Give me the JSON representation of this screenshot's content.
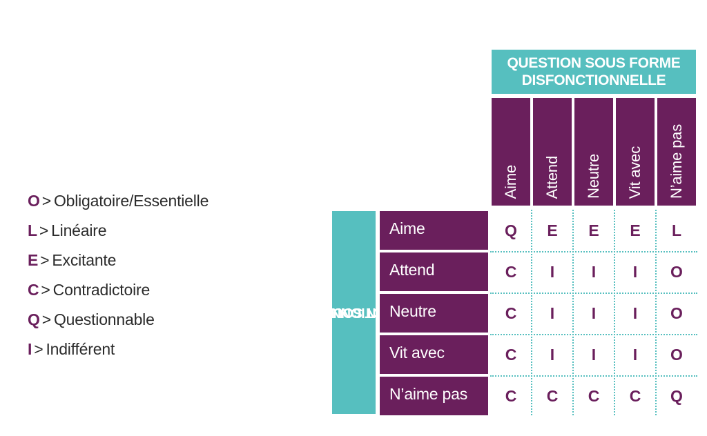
{
  "legend": [
    {
      "code": "O",
      "label": "Obligatoire/Essentielle"
    },
    {
      "code": "L",
      "label": "Linéaire"
    },
    {
      "code": "E",
      "label": "Excitante"
    },
    {
      "code": "C",
      "label": "Contradictoire"
    },
    {
      "code": "Q",
      "label": "Questionnable"
    },
    {
      "code": "I",
      "label": "Indifférent"
    }
  ],
  "legend_separator": ">",
  "matrix": {
    "dysfunctional_header": [
      "QUESTION SOUS FORME",
      "DISFONCTIONNELLE"
    ],
    "functional_header": [
      "QUESTION SOUS FORME",
      "FONCTIONNELLE"
    ],
    "columns": [
      "Aime",
      "Attend",
      "Neutre",
      "Vit avec",
      "N’aime pas"
    ],
    "rows": [
      {
        "label": "Aime",
        "cells": [
          "Q",
          "E",
          "E",
          "E",
          "L"
        ]
      },
      {
        "label": "Attend",
        "cells": [
          "C",
          "I",
          "I",
          "I",
          "O"
        ]
      },
      {
        "label": "Neutre",
        "cells": [
          "C",
          "I",
          "I",
          "I",
          "O"
        ]
      },
      {
        "label": "Vit avec",
        "cells": [
          "C",
          "I",
          "I",
          "I",
          "O"
        ]
      },
      {
        "label": "N’aime pas",
        "cells": [
          "C",
          "C",
          "C",
          "C",
          "Q"
        ]
      }
    ]
  },
  "colors": {
    "purple": "#6a1f5c",
    "teal": "#56bfbf",
    "text": "#2b2b2b"
  }
}
